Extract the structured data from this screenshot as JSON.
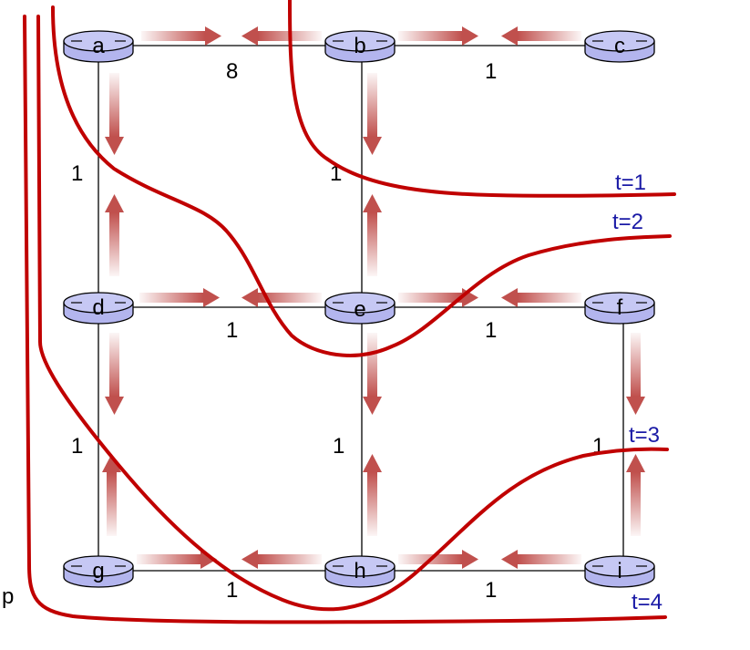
{
  "nodes": {
    "a": "a",
    "b": "b",
    "c": "c",
    "d": "d",
    "e": "e",
    "f": "f",
    "g": "g",
    "h": "h",
    "i": "i"
  },
  "edges": {
    "a_b": "8",
    "b_c": "1",
    "a_d": "1",
    "b_e": "1",
    "d_e": "1",
    "e_f": "1",
    "d_g": "1",
    "e_h": "1",
    "f_i": "1",
    "g_h": "1",
    "h_i": "1"
  },
  "timelines": {
    "t1": "t=1",
    "t2": "t=2",
    "t3": "t=3",
    "t4": "t=4"
  },
  "side_label": "p",
  "colors": {
    "router_fill": "#b3b5ee",
    "timeline_red": "#c00000",
    "time_label_blue": "#1a1aa6",
    "arrow_red": "#c0504d"
  }
}
